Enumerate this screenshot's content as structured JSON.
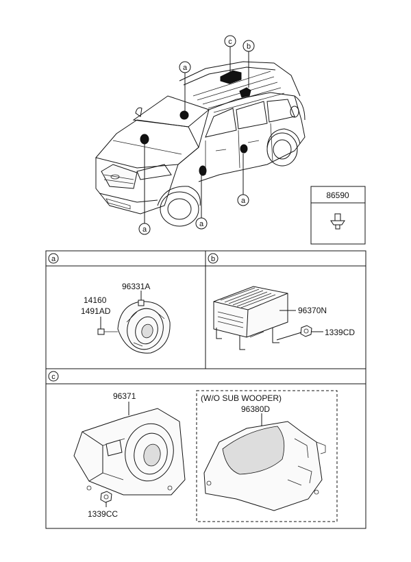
{
  "callouts": {
    "a": "a",
    "b": "b",
    "c": "c"
  },
  "panel_86590": {
    "part_number": "86590"
  },
  "section_a": {
    "header": "a",
    "parts": {
      "speaker": "96331A",
      "screw1": "14160",
      "screw2": "1491AD"
    }
  },
  "section_b": {
    "header": "b",
    "parts": {
      "amplifier": "96370N",
      "nut": "1339CD"
    }
  },
  "section_c": {
    "header": "c",
    "parts": {
      "subwoofer": "96371",
      "nut": "1339CC",
      "cover": "96380D"
    },
    "variant_note": "(W/O SUB WOOPER)"
  }
}
